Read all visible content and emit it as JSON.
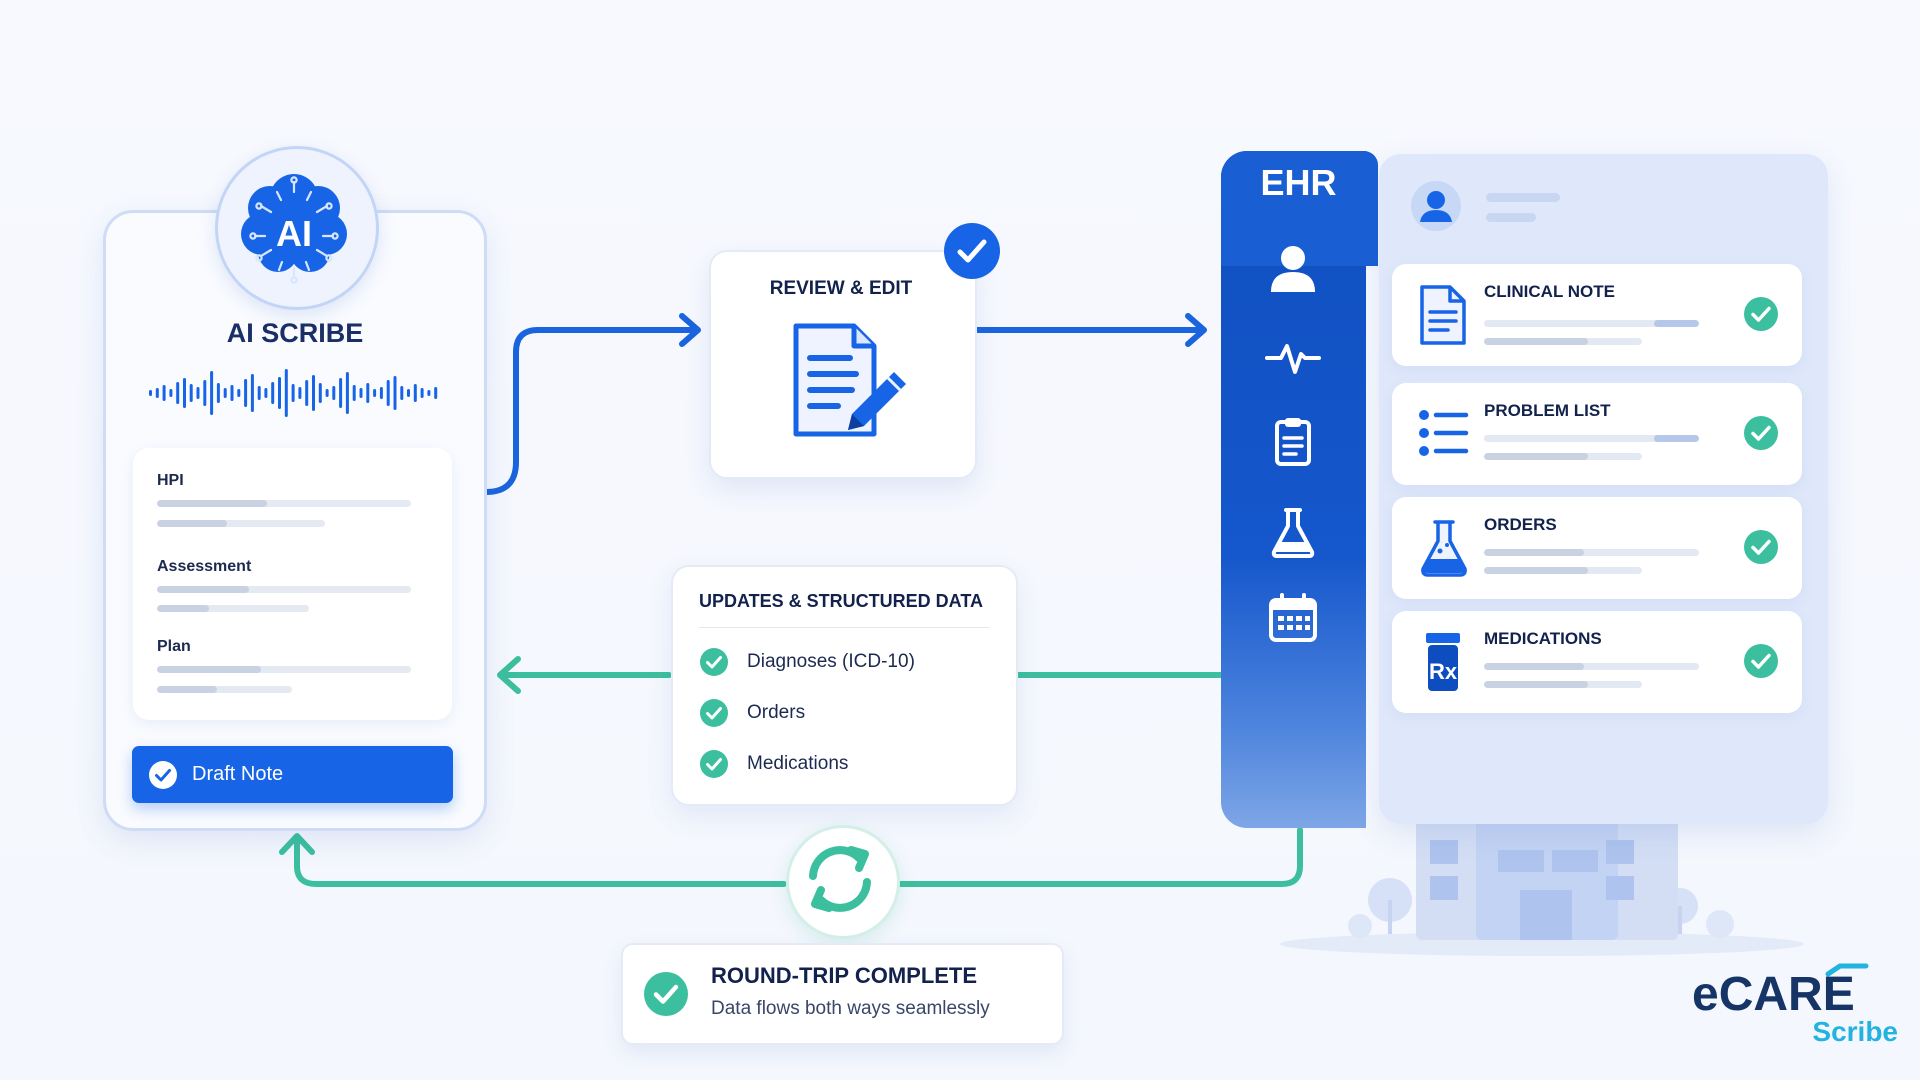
{
  "scribe": {
    "title": "AI SCRIBE",
    "badge_text": "AI",
    "sections": [
      "HPI",
      "Assessment",
      "Plan"
    ],
    "draft_button": "Draft Note"
  },
  "review": {
    "title": "REVIEW & EDIT"
  },
  "updates": {
    "title": "UPDATES & STRUCTURED DATA",
    "items": [
      "Diagnoses (ICD-10)",
      "Orders",
      "Medications"
    ]
  },
  "ehr": {
    "title": "EHR",
    "nav_icons": [
      "user-icon",
      "heartbeat-icon",
      "clipboard-icon",
      "flask-icon",
      "calendar-icon"
    ],
    "cards": [
      {
        "title": "CLINICAL NOTE",
        "icon": "document-icon"
      },
      {
        "title": "PROBLEM LIST",
        "icon": "list-icon"
      },
      {
        "title": "ORDERS",
        "icon": "flask-icon"
      },
      {
        "title": "MEDICATIONS",
        "icon": "prescription-bottle-icon"
      }
    ]
  },
  "roundtrip": {
    "title": "ROUND-TRIP COMPLETE",
    "subtitle": "Data flows both ways seamlessly"
  },
  "logo": {
    "brand": "eCARE",
    "product": "Scribe"
  },
  "colors": {
    "primary_blue": "#1765e6",
    "teal": "#3cbf9e",
    "dark_navy": "#13224d",
    "ehr_blue": "#0f4fc1"
  }
}
